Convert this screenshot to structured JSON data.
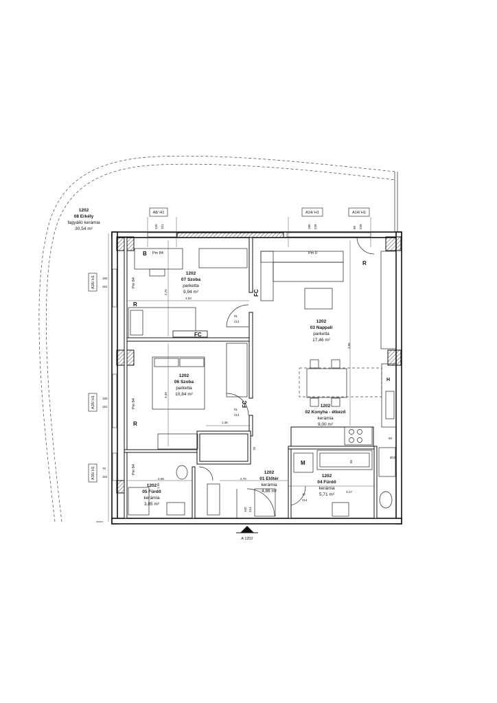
{
  "rooms": [
    {
      "id": "erkely",
      "num": "1202",
      "name": "08 Erkély",
      "floor": "fagyálló kerámia",
      "area": "30,54 m²"
    },
    {
      "id": "szoba07",
      "num": "1202",
      "name": "07 Szoba",
      "floor": "parketta",
      "area": "9,94 m²"
    },
    {
      "id": "nappali",
      "num": "1202",
      "name": "03 Nappali",
      "floor": "parketta",
      "area": "17,46 m²"
    },
    {
      "id": "szoba06",
      "num": "1202",
      "name": "06 Szoba",
      "floor": "parketta",
      "area": "10,84 m²"
    },
    {
      "id": "konyha",
      "num": "1202",
      "name": "02 Konyha - étkező",
      "floor": "kerámia",
      "area": "9,00 m²"
    },
    {
      "id": "eloter",
      "num": "1202",
      "name": "01 Előtér",
      "floor": "kerámia",
      "area": "4,86 m²"
    },
    {
      "id": "furdo04",
      "num": "1202",
      "name": "04 Fürdő",
      "floor": "kerámia",
      "area": "5,71 m²"
    },
    {
      "id": "furdo05",
      "num": "1202",
      "name": "05 Fürdő",
      "floor": "kerámia",
      "area": "3,85 m²"
    }
  ],
  "window_tags": {
    "a8": "A8/ H1",
    "a14a": "A14/ H1",
    "a14b": "A14/ H1",
    "a26a": "A26/ H1",
    "a26b": "A26/ H1",
    "a35": "A35/ H1"
  },
  "window_dims": {
    "a8": [
      "120",
      "151"
    ],
    "a14a": [
      "180",
      "239"
    ],
    "a14b": [
      "90",
      "239"
    ],
    "a26a": [
      "150",
      "151"
    ],
    "a26b": [
      "150",
      "151"
    ],
    "a35": [
      "70",
      "151"
    ]
  },
  "labels": {
    "b": "B",
    "pm84": "Pm 84",
    "pm0": "Pm 0",
    "r": "R",
    "fc": "FC",
    "h": "H",
    "m": "M",
    "section": "A 1202"
  },
  "dimensions": {
    "d363": "3,63",
    "d276": "2,76",
    "d91": "91",
    "d214": "214",
    "d339": "3,39",
    "d135": "1,35",
    "d306": "3,06",
    "d208": "2,08",
    "d270": "2,70",
    "d77": "77",
    "d317": "3,17",
    "d155": "1,55",
    "d90": "90",
    "d102": "102",
    "d15": "Ø15",
    "d60": "60",
    "d75": "75"
  }
}
